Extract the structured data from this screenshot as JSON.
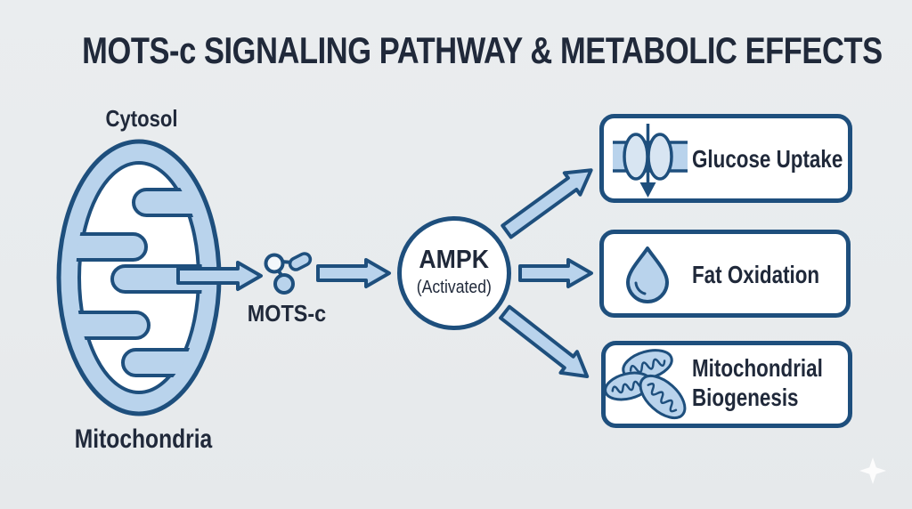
{
  "title": "MOTS-c SIGNALING PATHWAY & METABOLIC EFFECTS",
  "mitochondrion": {
    "top_label": "Cytosol",
    "bottom_label": "Mitochondria"
  },
  "peptide": {
    "label": "MOTS-c"
  },
  "ampk": {
    "name": "AMPK",
    "state": "(Activated)"
  },
  "effects": [
    {
      "label": "Glucose Uptake",
      "icon": "glucose-transporter-icon"
    },
    {
      "label": "Fat Oxidation",
      "icon": "fat-droplet-icon"
    },
    {
      "label": "Mitochondrial Biogenesis",
      "icon": "mitochondria-cluster-icon"
    }
  ],
  "decor": {
    "sparkle": "four-point-sparkle-icon"
  },
  "colors": {
    "navy": "#1e4f7d",
    "ink": "#20293a",
    "blue_fill": "#b9d3ec",
    "blue_soft": "#d8e5f2",
    "molecule_white": "#f3f7fb",
    "background": "#e9eced"
  }
}
